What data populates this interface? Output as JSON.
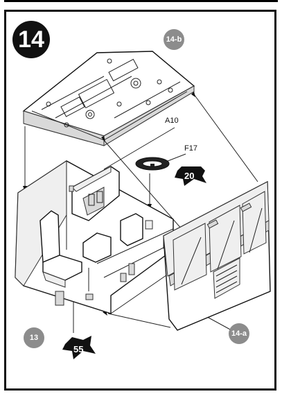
{
  "step": {
    "number": "14"
  },
  "callouts": {
    "roof": "14-b",
    "front_panel": "14-a",
    "cab_body": "13"
  },
  "part_labels": {
    "a10": "A10",
    "f17": "F17"
  },
  "reference_stars": {
    "steering": "20",
    "dashboard": "55"
  }
}
